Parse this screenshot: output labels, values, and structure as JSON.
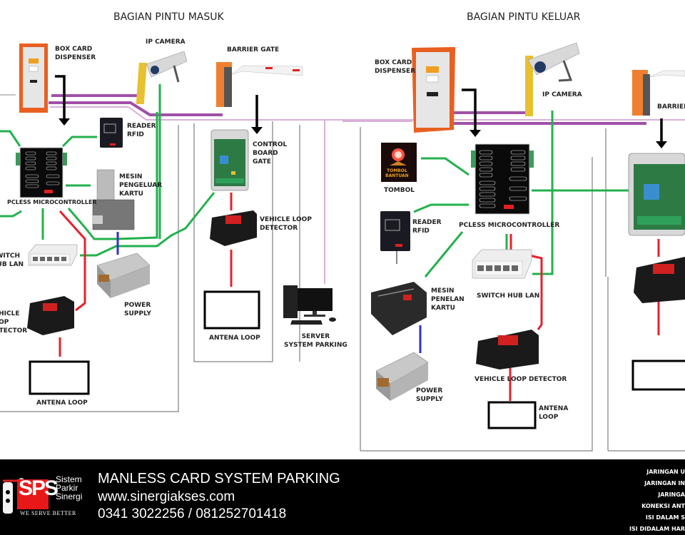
{
  "sections": {
    "entry_title": "BAGIAN PINTU MASUK",
    "exit_title": "BAGIAN PINTU KELUAR"
  },
  "entry": {
    "box_card_dispenser": "BOX CARD\nDISPENSER",
    "ip_camera": "IP CAMERA",
    "barrier_gate": "BARRIER GATE",
    "reader_rfid": "READER\nRFID",
    "mesin_pengeluar_kartu": "MESIN\nPENGELUAR\nKARTU",
    "pcless_microcontroller": "PCLESS MICROCONTROLLER",
    "switch_hub_lan": "SWITCH\nHUB LAN",
    "power_supply": "POWER\nSUPPLY",
    "vehicle_loop_detector": "VEHICLE\nLOOP\nDETECTOR",
    "antena_loop": "ANTENA LOOP",
    "control_board_gate": "CONTROL\nBOARD\nGATE",
    "vehicle_loop_detector_gate": "VEHICLE LOOP\nDETECTOR",
    "antena_loop_gate": "ANTENA LOOP"
  },
  "server": {
    "label": "SERVER\nSYSTEM PARKING"
  },
  "exit": {
    "box_card_dispenser": "BOX CARD\nDISPENSER",
    "ip_camera": "IP CAMERA",
    "barrier_gate": "BARRIER",
    "tombol": "TOMBOL",
    "tombol_sign": "TOMBOL\nBANTUAN",
    "reader_rfid": "READER\nRFID",
    "pcless_microcontroller": "PCLESS MICROCONTROLLER",
    "mesin_penelan_kartu": "MESIN\nPENELAN\nKARTU",
    "switch_hub_lan": "SWITCH HUB LAN",
    "power_supply": "POWER\nSUPPLY",
    "vehicle_loop_detector": "VEHICLE LOOP DETECTOR",
    "antena_loop": "ANTENA\nLOOP"
  },
  "footer": {
    "logo_letters": "SPS",
    "logo_line1": "Sistem",
    "logo_line2": "Parkir",
    "logo_line3": "Sinergi",
    "logo_tagline": "WE SERVE BETTER",
    "title": "MANLESS CARD SYSTEM PARKING",
    "website": "www.sinergiakses.com",
    "phone": "0341 3022256 / 081252701418",
    "legend": [
      "JARINGAN U",
      "JARINGAN IN",
      "JARINGA",
      "KONEKSI ANT",
      "ISI DALAM S",
      "ISI DIDALAM HAR"
    ]
  },
  "colors": {
    "purple_wire": "#a050a8",
    "green_wire": "#22b14c",
    "red_wire": "#e8202a",
    "blue_wire": "#3030c8",
    "light_purple_wire": "#d8b0d8",
    "orange_body": "#e86020",
    "footer_bg": "#000000"
  }
}
